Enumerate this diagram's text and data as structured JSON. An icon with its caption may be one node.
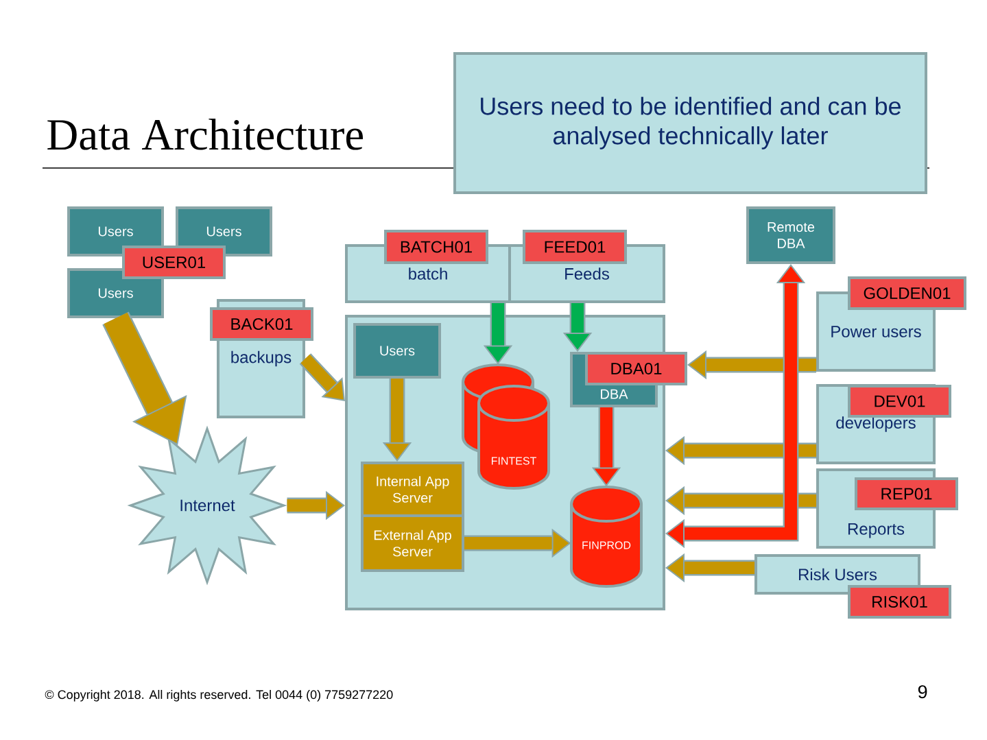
{
  "diagram": {
    "title": "Data Architecture",
    "nodes": [
      {
        "text": [
          "Users need to be identified and can be analysed technically later"
        ]
      },
      {
        "text": [
          "Users"
        ]
      },
      {
        "text": [
          "Users"
        ]
      },
      {
        "text": [
          "Remote DBA"
        ]
      },
      {
        "text": [
          "BATCH01"
        ]
      },
      {
        "text": [
          "FEED01"
        ]
      },
      {
        "text": [
          "batch"
        ]
      },
      {
        "text": [
          "Feeds"
        ]
      },
      {
        "text": [
          "USER01"
        ]
      },
      {
        "text": [
          "Users"
        ]
      },
      {
        "text": [
          "GOLDEN01"
        ]
      },
      {
        "text": [
          "Power users"
        ]
      },
      {
        "text": [
          "BACK01"
        ]
      },
      {
        "text": [
          "backups"
        ]
      },
      {
        "text": [],
        "shape": "box"
      },
      {
        "text": [
          "Users"
        ],
        "in": 14
      },
      {
        "text": [
          "DBA"
        ],
        "in": 14
      },
      {
        "text": [
          "DBA01"
        ]
      },
      {
        "text": [],
        "shape": "cylinder",
        "in": 14
      },
      {
        "text": [
          "FINTEST"
        ],
        "in": 14
      },
      {
        "text": [
          "DEV01"
        ]
      },
      {
        "text": [
          "developers"
        ]
      },
      {
        "text": [
          "Internet"
        ]
      },
      {
        "text": [
          "Internal App Server"
        ],
        "in": 14
      },
      {
        "text": [
          "REP01"
        ]
      },
      {
        "text": [
          "Reports"
        ]
      },
      {
        "text": [
          "FINPROD"
        ],
        "in": 14
      },
      {
        "text": [
          "External App Server"
        ],
        "in": 14
      },
      {
        "text": [
          "Risk Users"
        ]
      },
      {
        "text": [
          "RISK01"
        ]
      }
    ],
    "edges": [
      {
        "from": 9,
        "to": 22,
        "arrow": "to",
        "style": "thick"
      },
      {
        "from": 13,
        "to": 14,
        "arrow": "to"
      },
      {
        "from": 15,
        "to": 23,
        "arrow": "to"
      },
      {
        "from": 6,
        "to": 18,
        "arrow": "to",
        "color": "#00b050"
      },
      {
        "from": 7,
        "to": 16,
        "arrow": "to",
        "color": "#00b050"
      },
      {
        "from": 16,
        "to": 26,
        "arrow": "to",
        "color": "#ff2000"
      },
      {
        "from": 22,
        "to": 14,
        "arrow": "to"
      },
      {
        "from": 27,
        "to": 26,
        "arrow": "to"
      },
      {
        "from": 11,
        "to": 17,
        "arrow": "to"
      },
      {
        "from": 21,
        "to": 14,
        "arrow": "to"
      },
      {
        "from": 25,
        "to": 14,
        "arrow": "to"
      },
      {
        "from": 14,
        "to": 3,
        "arrow": "both",
        "color": "#ff2000"
      },
      {
        "from": 28,
        "to": 14,
        "arrow": "to"
      }
    ],
    "labels": [
      "© Copyright 2018. All rights reserved. Tel 0044 (0) 7759277220",
      "9"
    ]
  }
}
